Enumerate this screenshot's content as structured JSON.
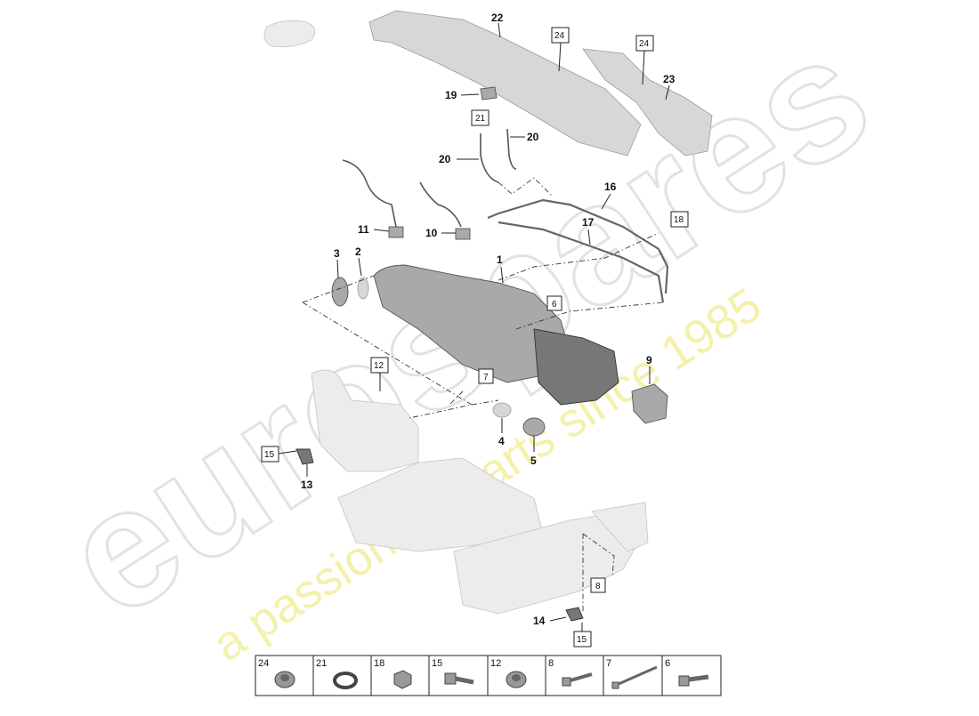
{
  "watermark": {
    "brand": "eurospares",
    "tagline": "a passion for parts since 1985"
  },
  "callouts": [
    {
      "id": "c1",
      "label": "1"
    },
    {
      "id": "c2",
      "label": "2"
    },
    {
      "id": "c3",
      "label": "3"
    },
    {
      "id": "c4",
      "label": "4"
    },
    {
      "id": "c5",
      "label": "5"
    },
    {
      "id": "c9",
      "label": "9"
    },
    {
      "id": "c10",
      "label": "10"
    },
    {
      "id": "c11",
      "label": "11"
    },
    {
      "id": "c13",
      "label": "13"
    },
    {
      "id": "c14",
      "label": "14"
    },
    {
      "id": "c16",
      "label": "16"
    },
    {
      "id": "c17",
      "label": "17"
    },
    {
      "id": "c19",
      "label": "19"
    },
    {
      "id": "c20a",
      "label": "20"
    },
    {
      "id": "c20b",
      "label": "20"
    },
    {
      "id": "c22",
      "label": "22"
    },
    {
      "id": "c23",
      "label": "23"
    }
  ],
  "boxed_refs": [
    {
      "id": "b24a",
      "label": "24"
    },
    {
      "id": "b24b",
      "label": "24"
    },
    {
      "id": "b21",
      "label": "21"
    },
    {
      "id": "b18",
      "label": "18"
    },
    {
      "id": "b6",
      "label": "6"
    },
    {
      "id": "b7",
      "label": "7"
    },
    {
      "id": "b12",
      "label": "12"
    },
    {
      "id": "b15a",
      "label": "15"
    },
    {
      "id": "b8",
      "label": "8"
    },
    {
      "id": "b15b",
      "label": "15"
    }
  ],
  "fastener_strip": [
    {
      "label": "24",
      "icon": "nut-icon"
    },
    {
      "label": "21",
      "icon": "clamp-icon"
    },
    {
      "label": "18",
      "icon": "hex-nut-icon"
    },
    {
      "label": "15",
      "icon": "flange-bolt-icon"
    },
    {
      "label": "12",
      "icon": "nut-icon"
    },
    {
      "label": "8",
      "icon": "bolt-icon"
    },
    {
      "label": "7",
      "icon": "long-bolt-icon"
    },
    {
      "label": "6",
      "icon": "flange-bolt-icon"
    }
  ]
}
